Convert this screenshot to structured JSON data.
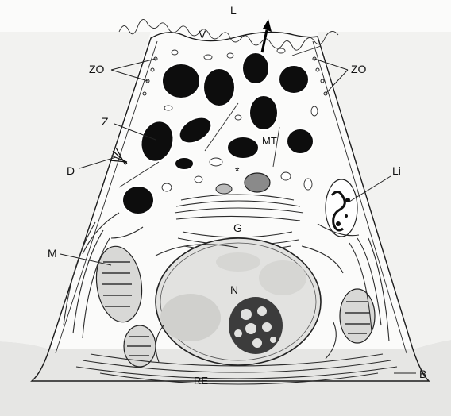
{
  "figure": {
    "labels": {
      "lumen": "L",
      "microvilli": "V",
      "zo_left": "ZO",
      "zo_right": "ZO",
      "zymogen": "Z",
      "desmosome": "D",
      "microtubules": "MT",
      "asterisk": "*",
      "lipofuscin": "Li",
      "golgi": "G",
      "mitochondrion": "M",
      "nucleus": "N",
      "rough_er": "RE",
      "basal_lamina": "B"
    }
  }
}
